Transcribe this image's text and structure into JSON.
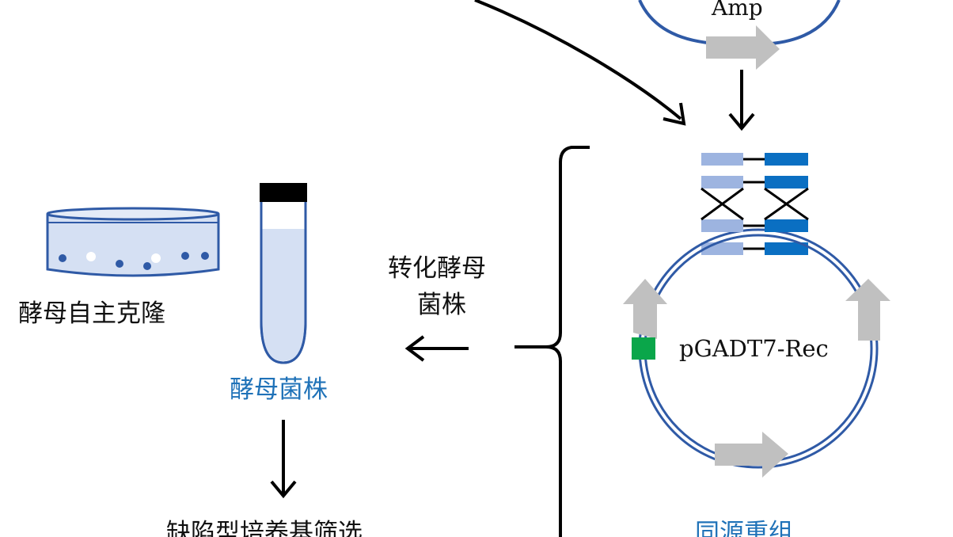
{
  "texts": {
    "amp": "Amp",
    "plasmid": "pGADT7-Rec",
    "transform_line1": "转化酵母",
    "transform_line2": "菌株",
    "yeast_strain": "酵母菌株",
    "yeast_clone": "酵母自主克隆",
    "screening": "缺陷型培养基筛选",
    "homologous": "同源重组"
  },
  "colors": {
    "backbone": "#2f5aa6",
    "light_block": "#9db4e0",
    "dark_block": "#0a6fc2",
    "arrow_gray": "#c0c0c0",
    "marker_green": "#0aa64a",
    "label_blue": "#1f72b8"
  }
}
